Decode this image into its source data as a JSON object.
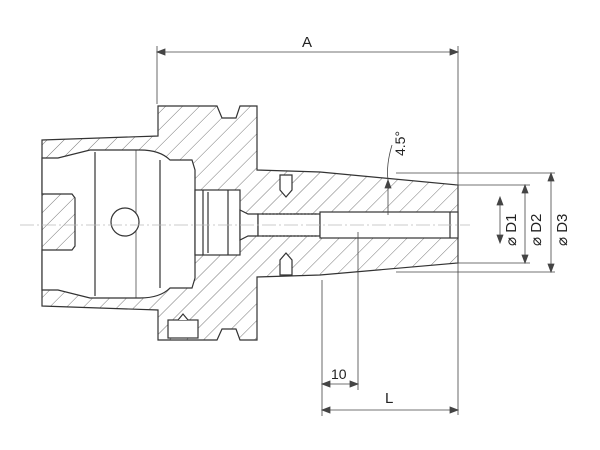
{
  "drawing": {
    "dimensions": {
      "overall_length": "A",
      "taper_angle": "4.5°",
      "diameter_1": "⌀ D1",
      "diameter_2": "⌀ D2",
      "diameter_3": "⌀ D3",
      "offset": "10",
      "length": "L"
    },
    "line_color": "#333333"
  }
}
